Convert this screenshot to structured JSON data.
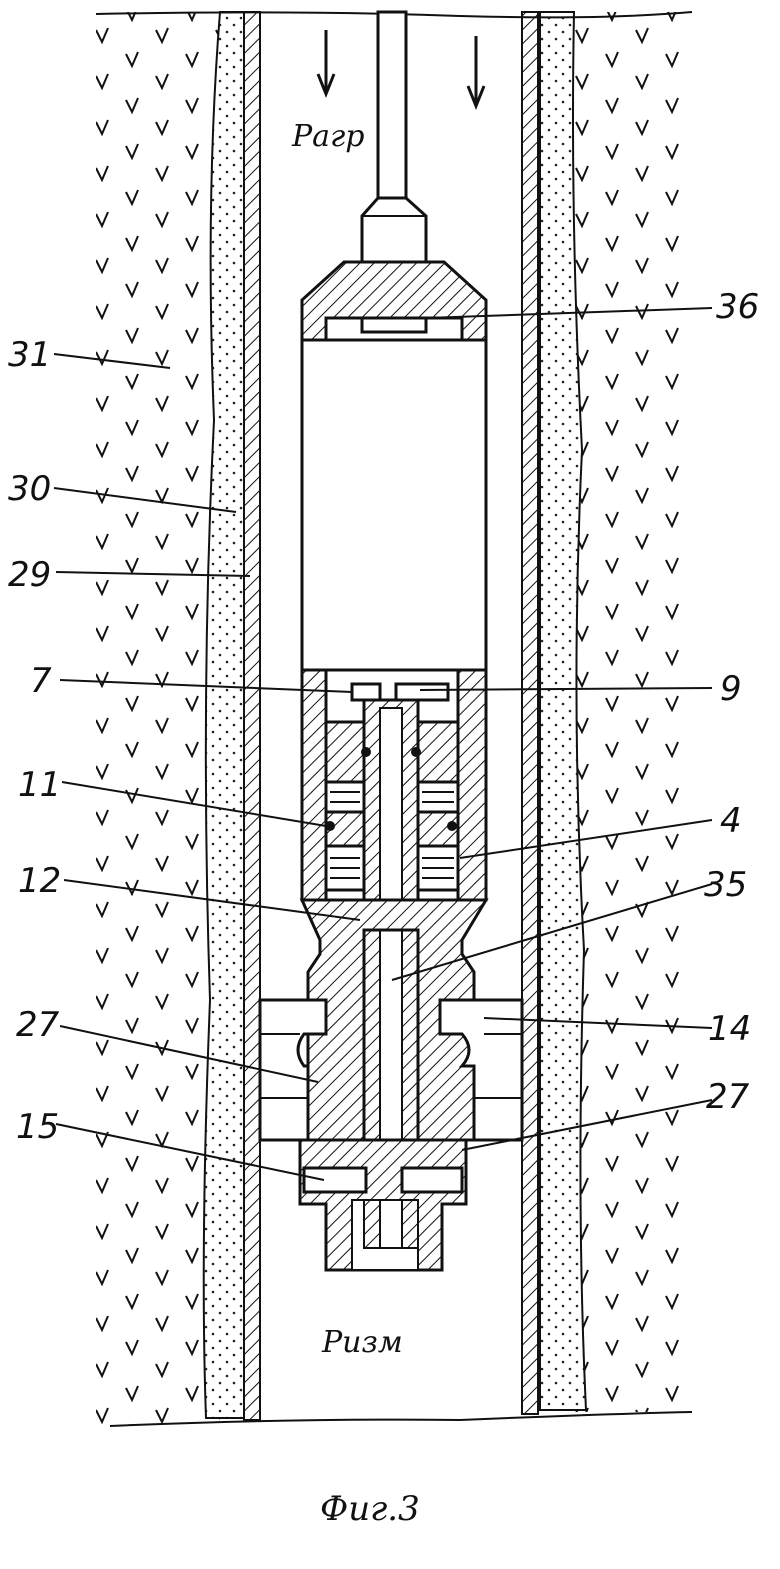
{
  "labels": {
    "l31": "31",
    "l30": "30",
    "l29": "29",
    "l7": "7",
    "l11": "11",
    "l12": "12",
    "l27a": "27",
    "l15": "15",
    "l36": "36",
    "l9": "9",
    "l4": "4",
    "l35": "35",
    "l14": "14",
    "l27b": "27"
  },
  "pressure": {
    "top": "Pагр",
    "bottom": "Pизм"
  },
  "caption": "Фиг.3"
}
